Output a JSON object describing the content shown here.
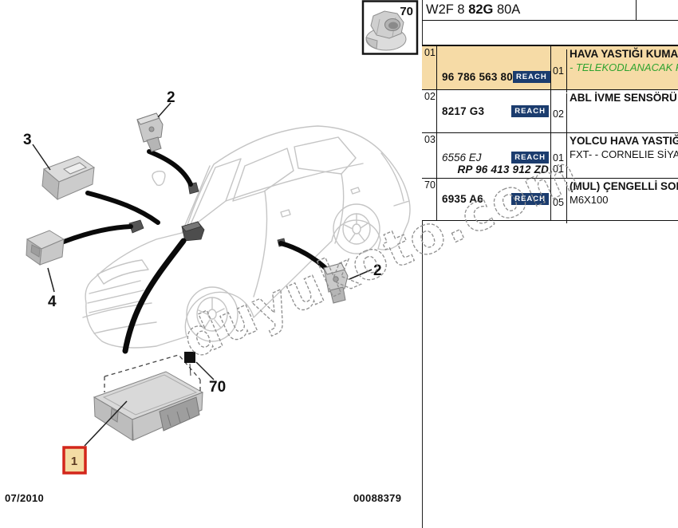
{
  "header": {
    "code_prefix": "W2F 8 ",
    "code_bold": "82G",
    "code_suffix": " 80A"
  },
  "thumbnail": {
    "label": "70",
    "icon": "flanged-nut"
  },
  "diagram": {
    "callouts": {
      "top_sensor": "2",
      "left_module": "3",
      "left_connector": "4",
      "right_sensor": "2",
      "nut": "70",
      "selected_part": "1"
    }
  },
  "table": {
    "rows": [
      {
        "idx": "01",
        "part": "96 786 563 80",
        "reach": "REACH",
        "qty": "01",
        "desc1": "HAVA YASTIĞI KUMAND",
        "desc2": "- TELEKODLANACAK P",
        "highlighted": true
      },
      {
        "idx": "02",
        "part": "8217 G3",
        "reach": "REACH",
        "qty": "02",
        "desc1": "ABL İVME SENSÖRÜ",
        "desc2": ""
      },
      {
        "idx": "03",
        "part": "6556 EJ",
        "part2": "RP 96 413 912 ZD",
        "reach": "REACH",
        "qty": "01",
        "qty2": "01",
        "desc1": "YOLCU HAVA YASTIĞI",
        "desc2": "FXT- - CORNELIE SİYAH"
      },
      {
        "idx": "70",
        "part": "6935 A6",
        "reach": "REACH",
        "qty": "05",
        "desc1": "(MUL) ÇENGELLİ SOMUN",
        "desc2": "M6X100"
      }
    ]
  },
  "watermark": {
    "text": "duyukoto.com"
  },
  "footer": {
    "date": "07/2010",
    "document_number": "00088379"
  },
  "colors": {
    "highlight_row": "#F6DBA6",
    "reach_badge": "#1B3C6E",
    "note_green": "#2FA32F",
    "selection_red": "#D3261B"
  }
}
